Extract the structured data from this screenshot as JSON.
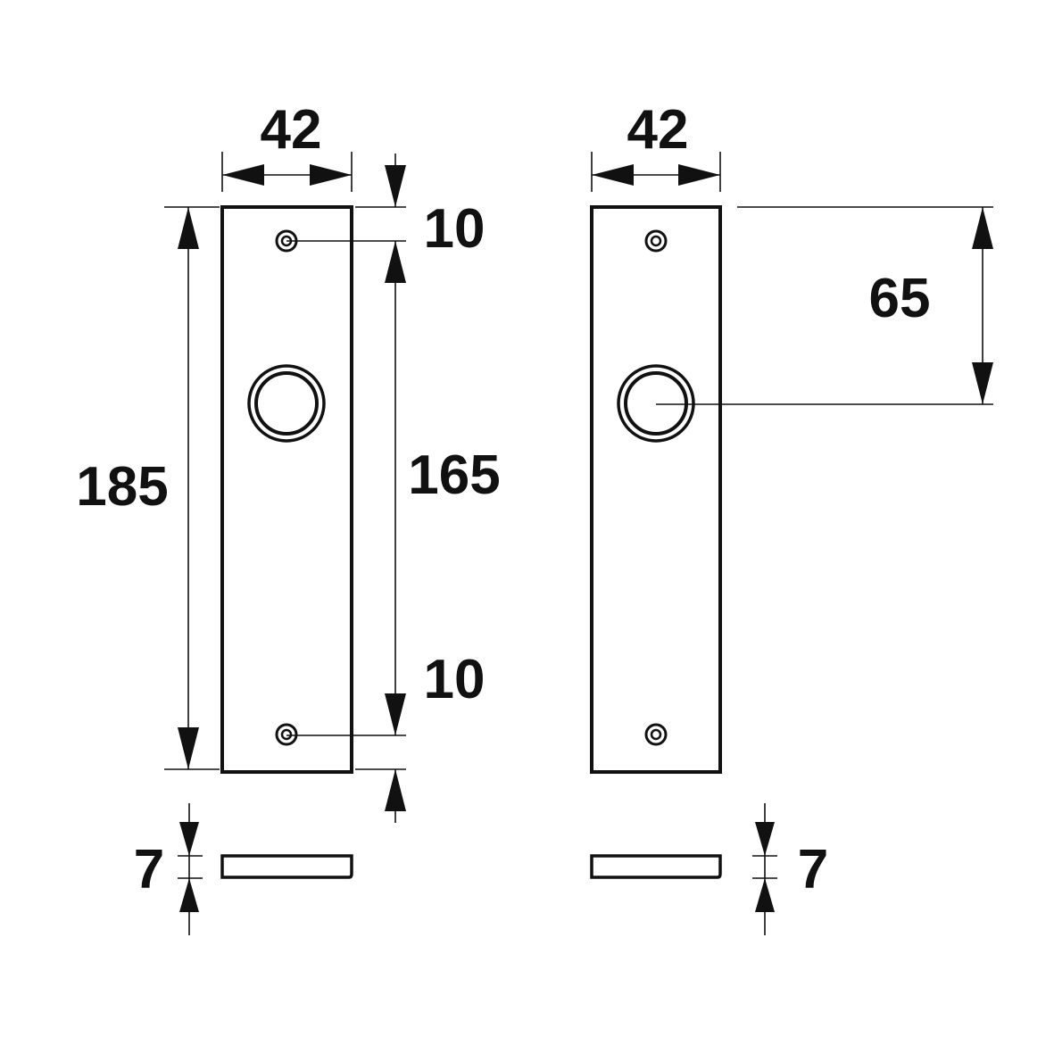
{
  "left_view": {
    "width_label": "42",
    "height_label": "185",
    "top_offset_label": "10",
    "hole_spacing_label": "165",
    "bottom_offset_label": "10",
    "thickness_label": "7"
  },
  "right_view": {
    "width_label": "42",
    "spindle_offset_label": "65",
    "thickness_label": "7"
  },
  "colors": {
    "line": "#111111",
    "background": "#ffffff"
  }
}
